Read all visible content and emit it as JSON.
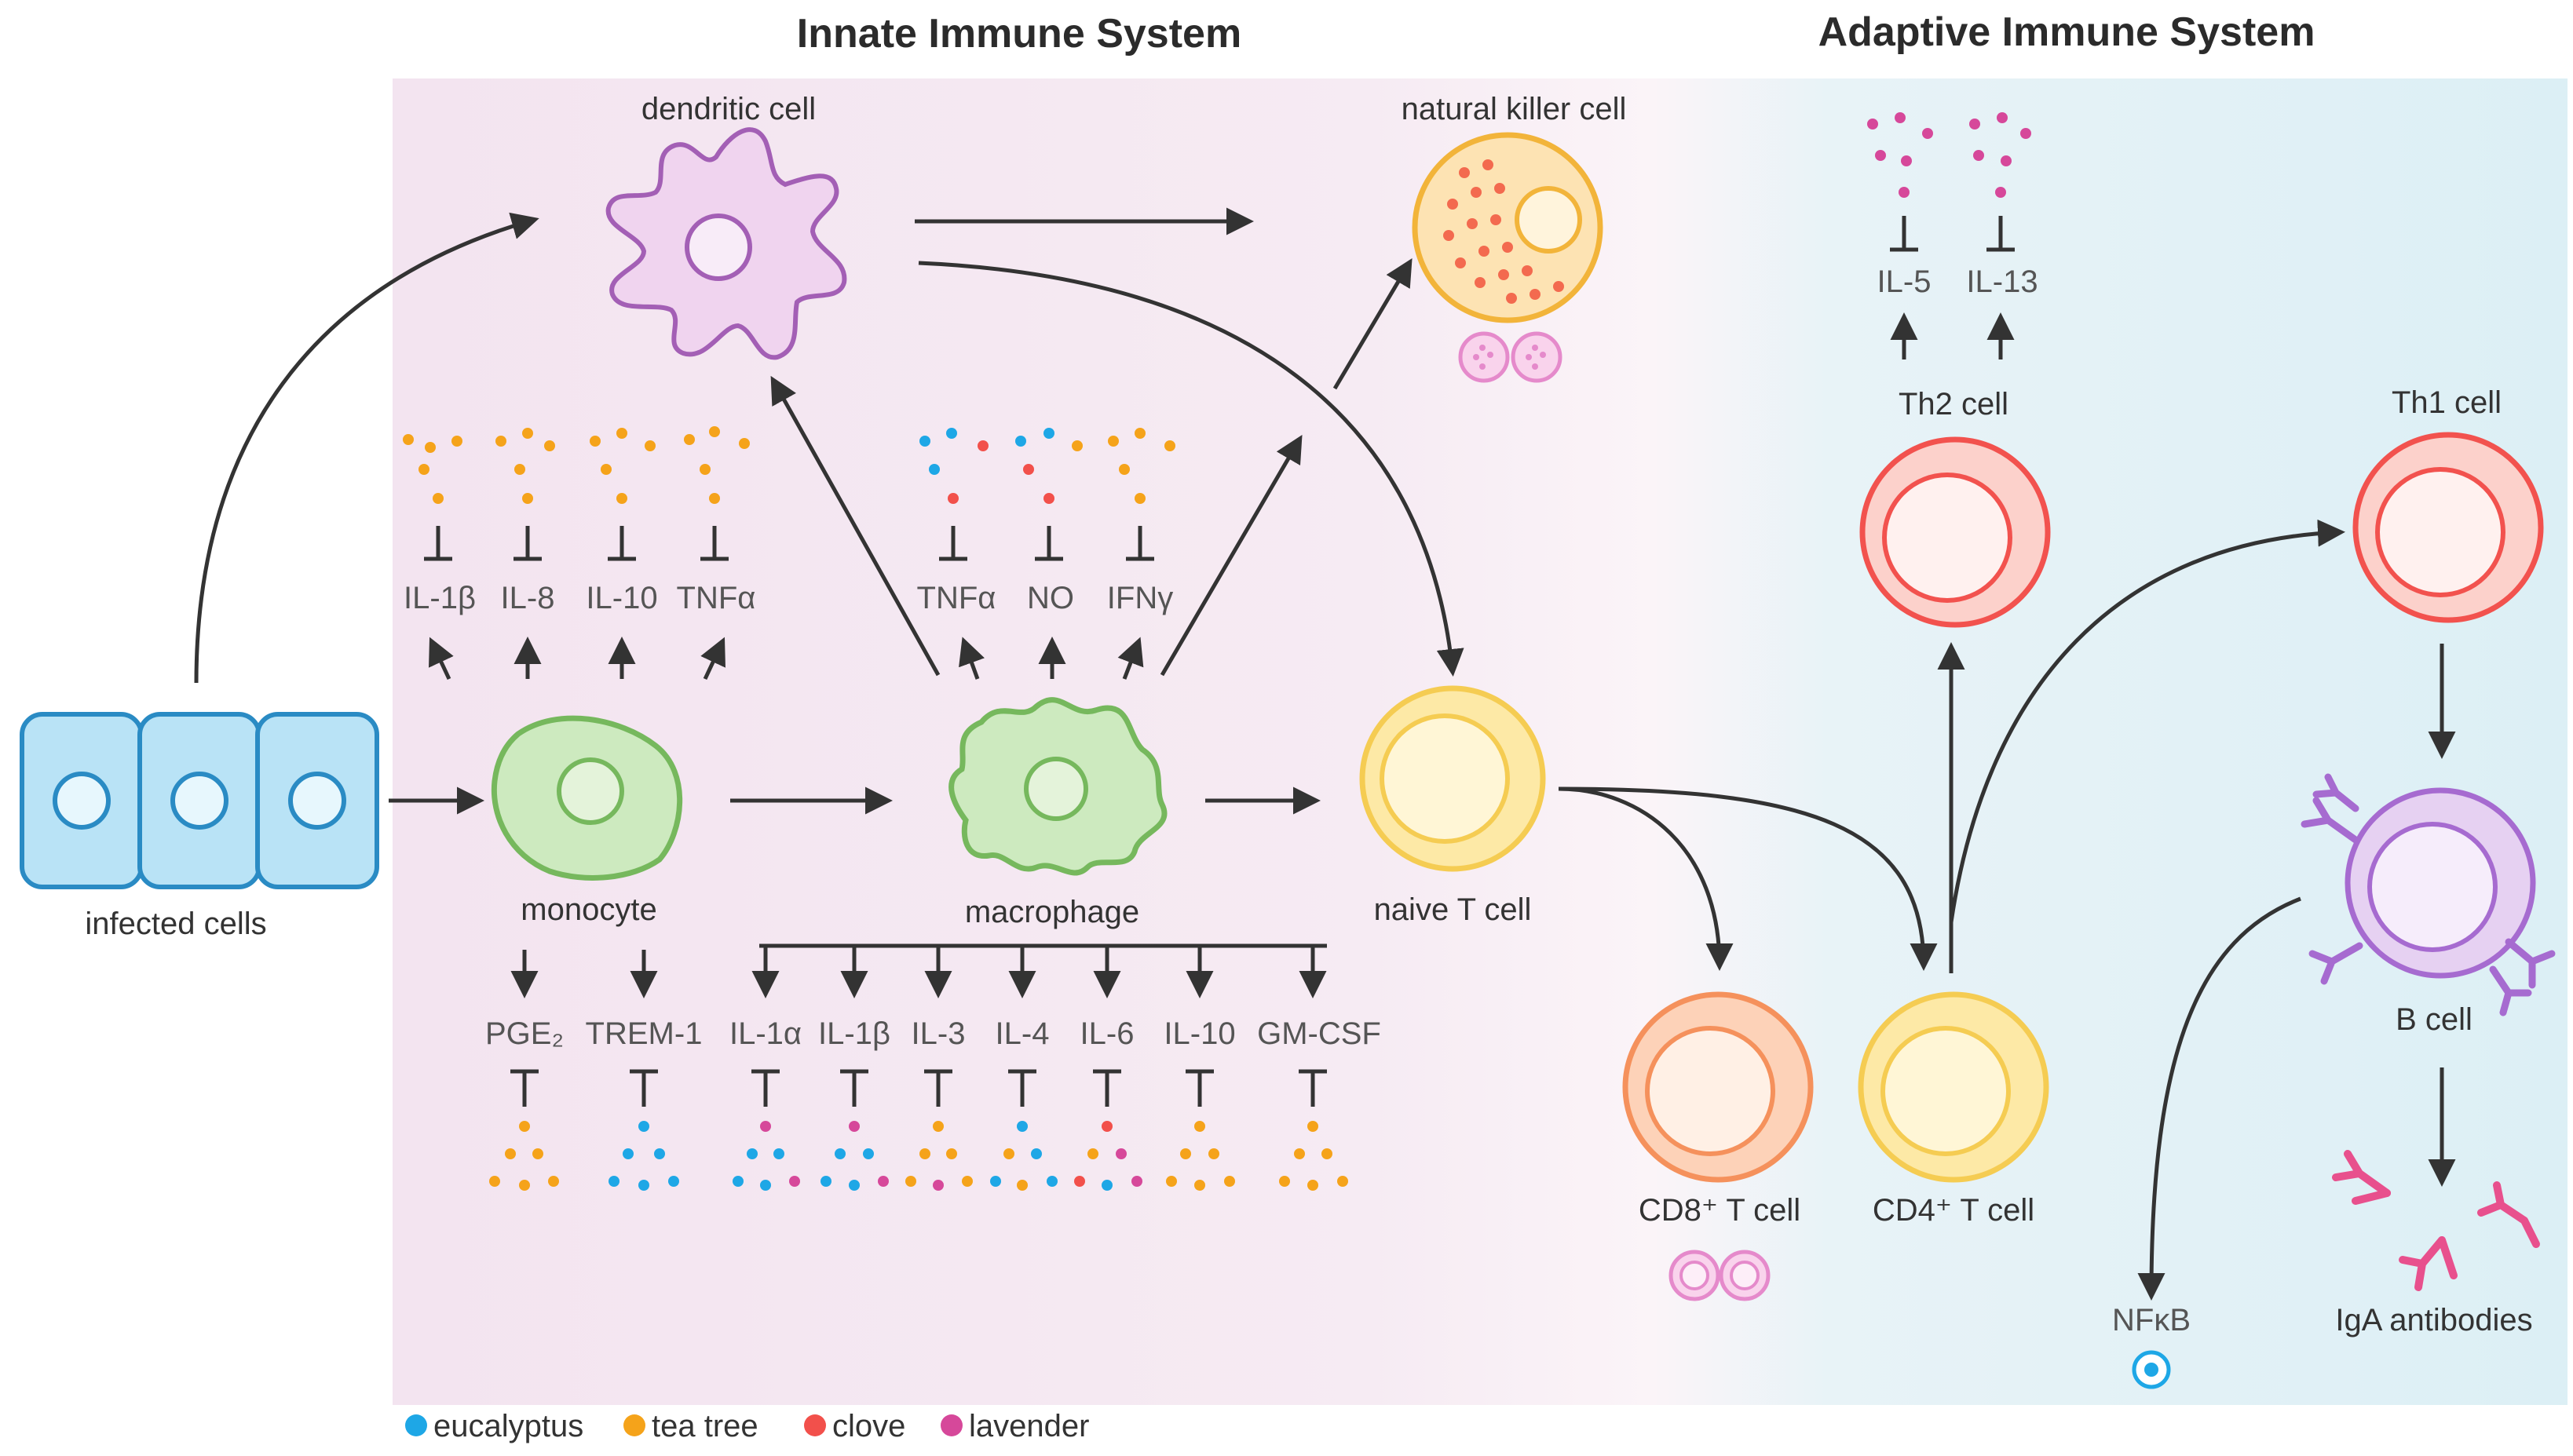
{
  "titles": {
    "innate": "Innate Immune System",
    "adaptive": "Adaptive Immune System"
  },
  "cells": {
    "infected": "infected cells",
    "dendritic": "dendritic cell",
    "nk": "natural killer cell",
    "monocyte": "monocyte",
    "macrophage": "macrophage",
    "naive_t": "naive T cell",
    "th2": "Th2 cell",
    "th1": "Th1 cell",
    "cd8": "CD8⁺ T cell",
    "cd4": "CD4⁺ T cell",
    "bcell": "B cell",
    "iga": "IgA antibodies",
    "nfkb": "NFκB"
  },
  "cytokines": {
    "monocyte_up": [
      "IL-1β",
      "IL-8",
      "IL-10",
      "TNFα"
    ],
    "macrophage_up": [
      "TNFα",
      "NO",
      "IFNγ"
    ],
    "th2_up": [
      "IL-5",
      "IL-13"
    ],
    "monocyte_down": [
      "PGE₂",
      "TREM-1"
    ],
    "macrophage_down": [
      "IL-1α",
      "IL-1β",
      "IL-3",
      "IL-4",
      "IL-6",
      "IL-10",
      "GM-CSF"
    ]
  },
  "legend": [
    {
      "label": "eucalyptus",
      "color": "#1ea7e6"
    },
    {
      "label": "tea tree",
      "color": "#f5a31a"
    },
    {
      "label": "clove",
      "color": "#f2504b"
    },
    {
      "label": "lavender",
      "color": "#d6489a"
    }
  ],
  "colors": {
    "innate_bg": "#f4e6f1",
    "adaptive_bg": "#e3f1f6",
    "arrow": "#333333"
  }
}
